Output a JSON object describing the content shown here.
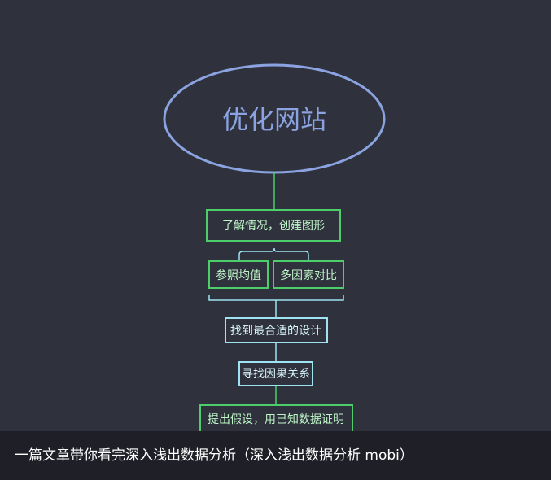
{
  "diagram": {
    "root": "优化网站",
    "step1": "了解情况，创建图形",
    "step2a": "参照均值",
    "step2b": "多因素对比",
    "step3": "找到最合适的设计",
    "step4": "寻找因果关系",
    "step5": "提出假设，用已知数据证明"
  },
  "colors": {
    "background": "#2f313d",
    "ellipse": "#8ba3e0",
    "green": "#4ccf6a",
    "cyan": "#9fe3f2",
    "text_green": "#bff5c8",
    "text_cyan": "#d8f5fb"
  },
  "caption": "一篇文章带你看完深入浅出数据分析（深入浅出数据分析 mobi）"
}
